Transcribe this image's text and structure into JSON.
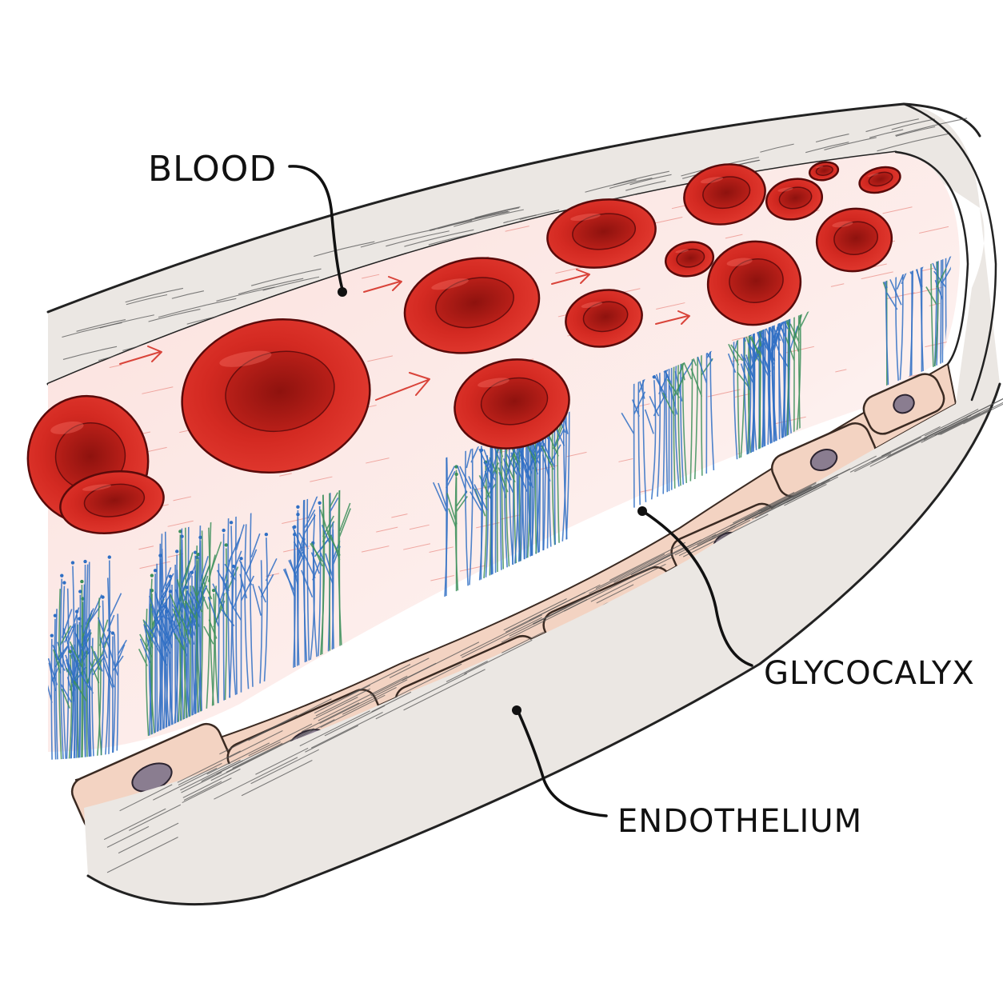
{
  "labels": {
    "blood": "BLOOD",
    "glycocalyx": "GLYCOCALYX",
    "endothelium": "ENDOTHELIUM"
  },
  "colors": {
    "blood_cell": "#d42a22",
    "blood_cell_dark": "#a0140f",
    "plasma": "#fbe3df",
    "glycocalyx_blue": "#2f6fc4",
    "glycocalyx_green": "#3c8f5a",
    "endothelial_cell": "#f3d3c2",
    "nucleus": "#8a7d90",
    "vessel_wall": "#e9e6e2",
    "ink": "#111111"
  }
}
